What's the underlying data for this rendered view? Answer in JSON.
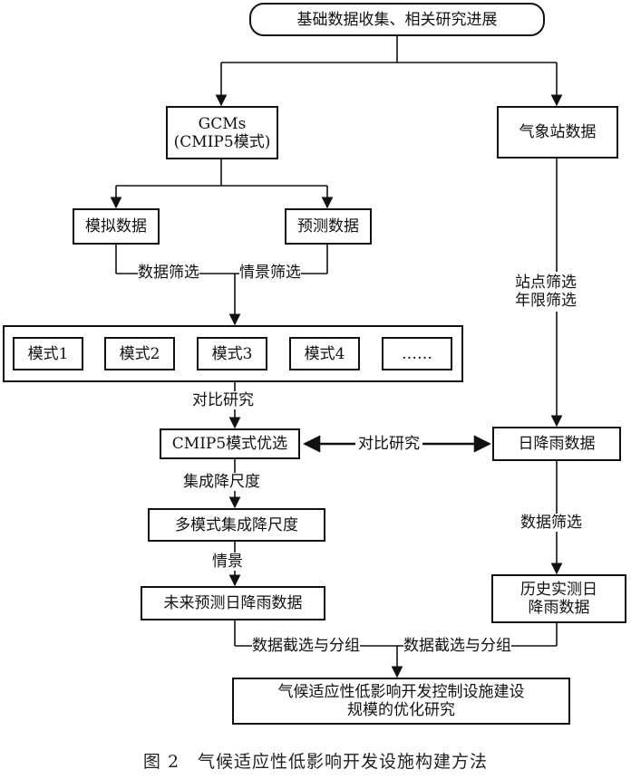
{
  "diagram": {
    "top_node": "基础数据收集、相关研究进展",
    "gcm": {
      "line1": "GCMs",
      "line2": "(CMIP5模式)"
    },
    "weather_station": "气象站数据",
    "simulated": "模拟数据",
    "projected": "预测数据",
    "filter_data": "数据筛选",
    "filter_scenario": "情景筛选",
    "station_filter": {
      "line1": "站点筛选",
      "line2": "年限筛选"
    },
    "models": [
      "模式1",
      "模式2",
      "模式3",
      "模式4",
      "……"
    ],
    "compare_1": "对比研究",
    "cmip5_select": "CMIP5模式优选",
    "compare_2": "对比研究",
    "daily_rain": "日降雨数据",
    "ensemble_label": "集成降尺度",
    "multi_ensemble": "多模式集成降尺度",
    "filter_data_2": "数据筛选",
    "scenario": "情景",
    "future_rain": "未来预测日降雨数据",
    "historical": {
      "line1": "历史实测日",
      "line2": "降雨数据"
    },
    "cut_group_left": "数据截选与分组",
    "cut_group_right": "数据截选与分组",
    "final": {
      "line1": "气候适应性低影响开发控制设施建设",
      "line2": "规模的优化研究"
    }
  },
  "caption": "图 2　气候适应性低影响开发设施构建方法"
}
